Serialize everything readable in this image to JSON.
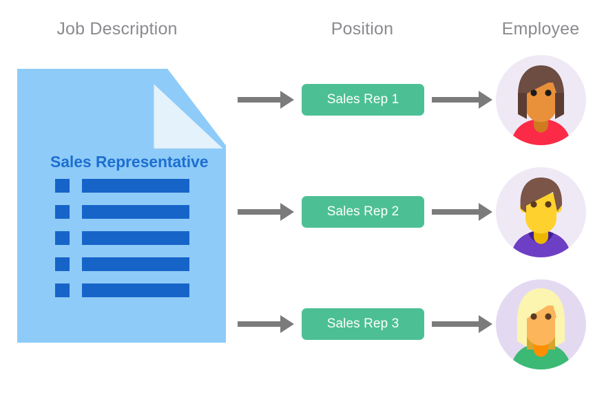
{
  "headers": {
    "job": "Job Description",
    "position": "Position",
    "employee": "Employee"
  },
  "document": {
    "title": "Sales Representative",
    "icon": "document-with-folded-corner",
    "line_count": 5,
    "colors": {
      "page": "#8ecbf8",
      "fold": "#e4f2fc",
      "title_text": "#1d6fd0",
      "line": "#1764c8"
    }
  },
  "flows": [
    {
      "arrow_in": "arrow-right-icon",
      "position_label": "Sales Rep 1",
      "arrow_out": "arrow-right-icon",
      "employee": {
        "name": "employee-avatar-1",
        "hair": "#6d4c41",
        "skin": "#e8903a",
        "skin_shadow": "#cf7a1f",
        "shirt": "#fb2b47",
        "background": "#efe9f6",
        "eye": "#1a1a1a"
      }
    },
    {
      "arrow_in": "arrow-right-icon",
      "position_label": "Sales Rep 2",
      "arrow_out": "arrow-right-icon",
      "employee": {
        "name": "employee-avatar-2",
        "hair": "#7a5548",
        "skin": "#ffd12e",
        "skin_shadow": "#edb700",
        "shirt": "#6d3fc4",
        "shirt_shadow": "#40208f",
        "background": "#efe9f6",
        "eye": "#5a3a22"
      }
    },
    {
      "arrow_in": "arrow-right-icon",
      "position_label": "Sales Rep 3",
      "arrow_out": "arrow-right-icon",
      "employee": {
        "name": "employee-avatar-3",
        "hair": "#fbf5b0",
        "hair_shadow": "#d6a52e",
        "skin": "#fcb55b",
        "skin_shadow": "#fd8f00",
        "shirt": "#3cba75",
        "background": "#e3daf2",
        "eye": "#5a3a22"
      }
    }
  ],
  "palette": {
    "pill_green": "#4cc094",
    "arrow_gray": "#7b7b7b",
    "header_gray": "#8a8a8f",
    "canvas": "#ffffff"
  }
}
